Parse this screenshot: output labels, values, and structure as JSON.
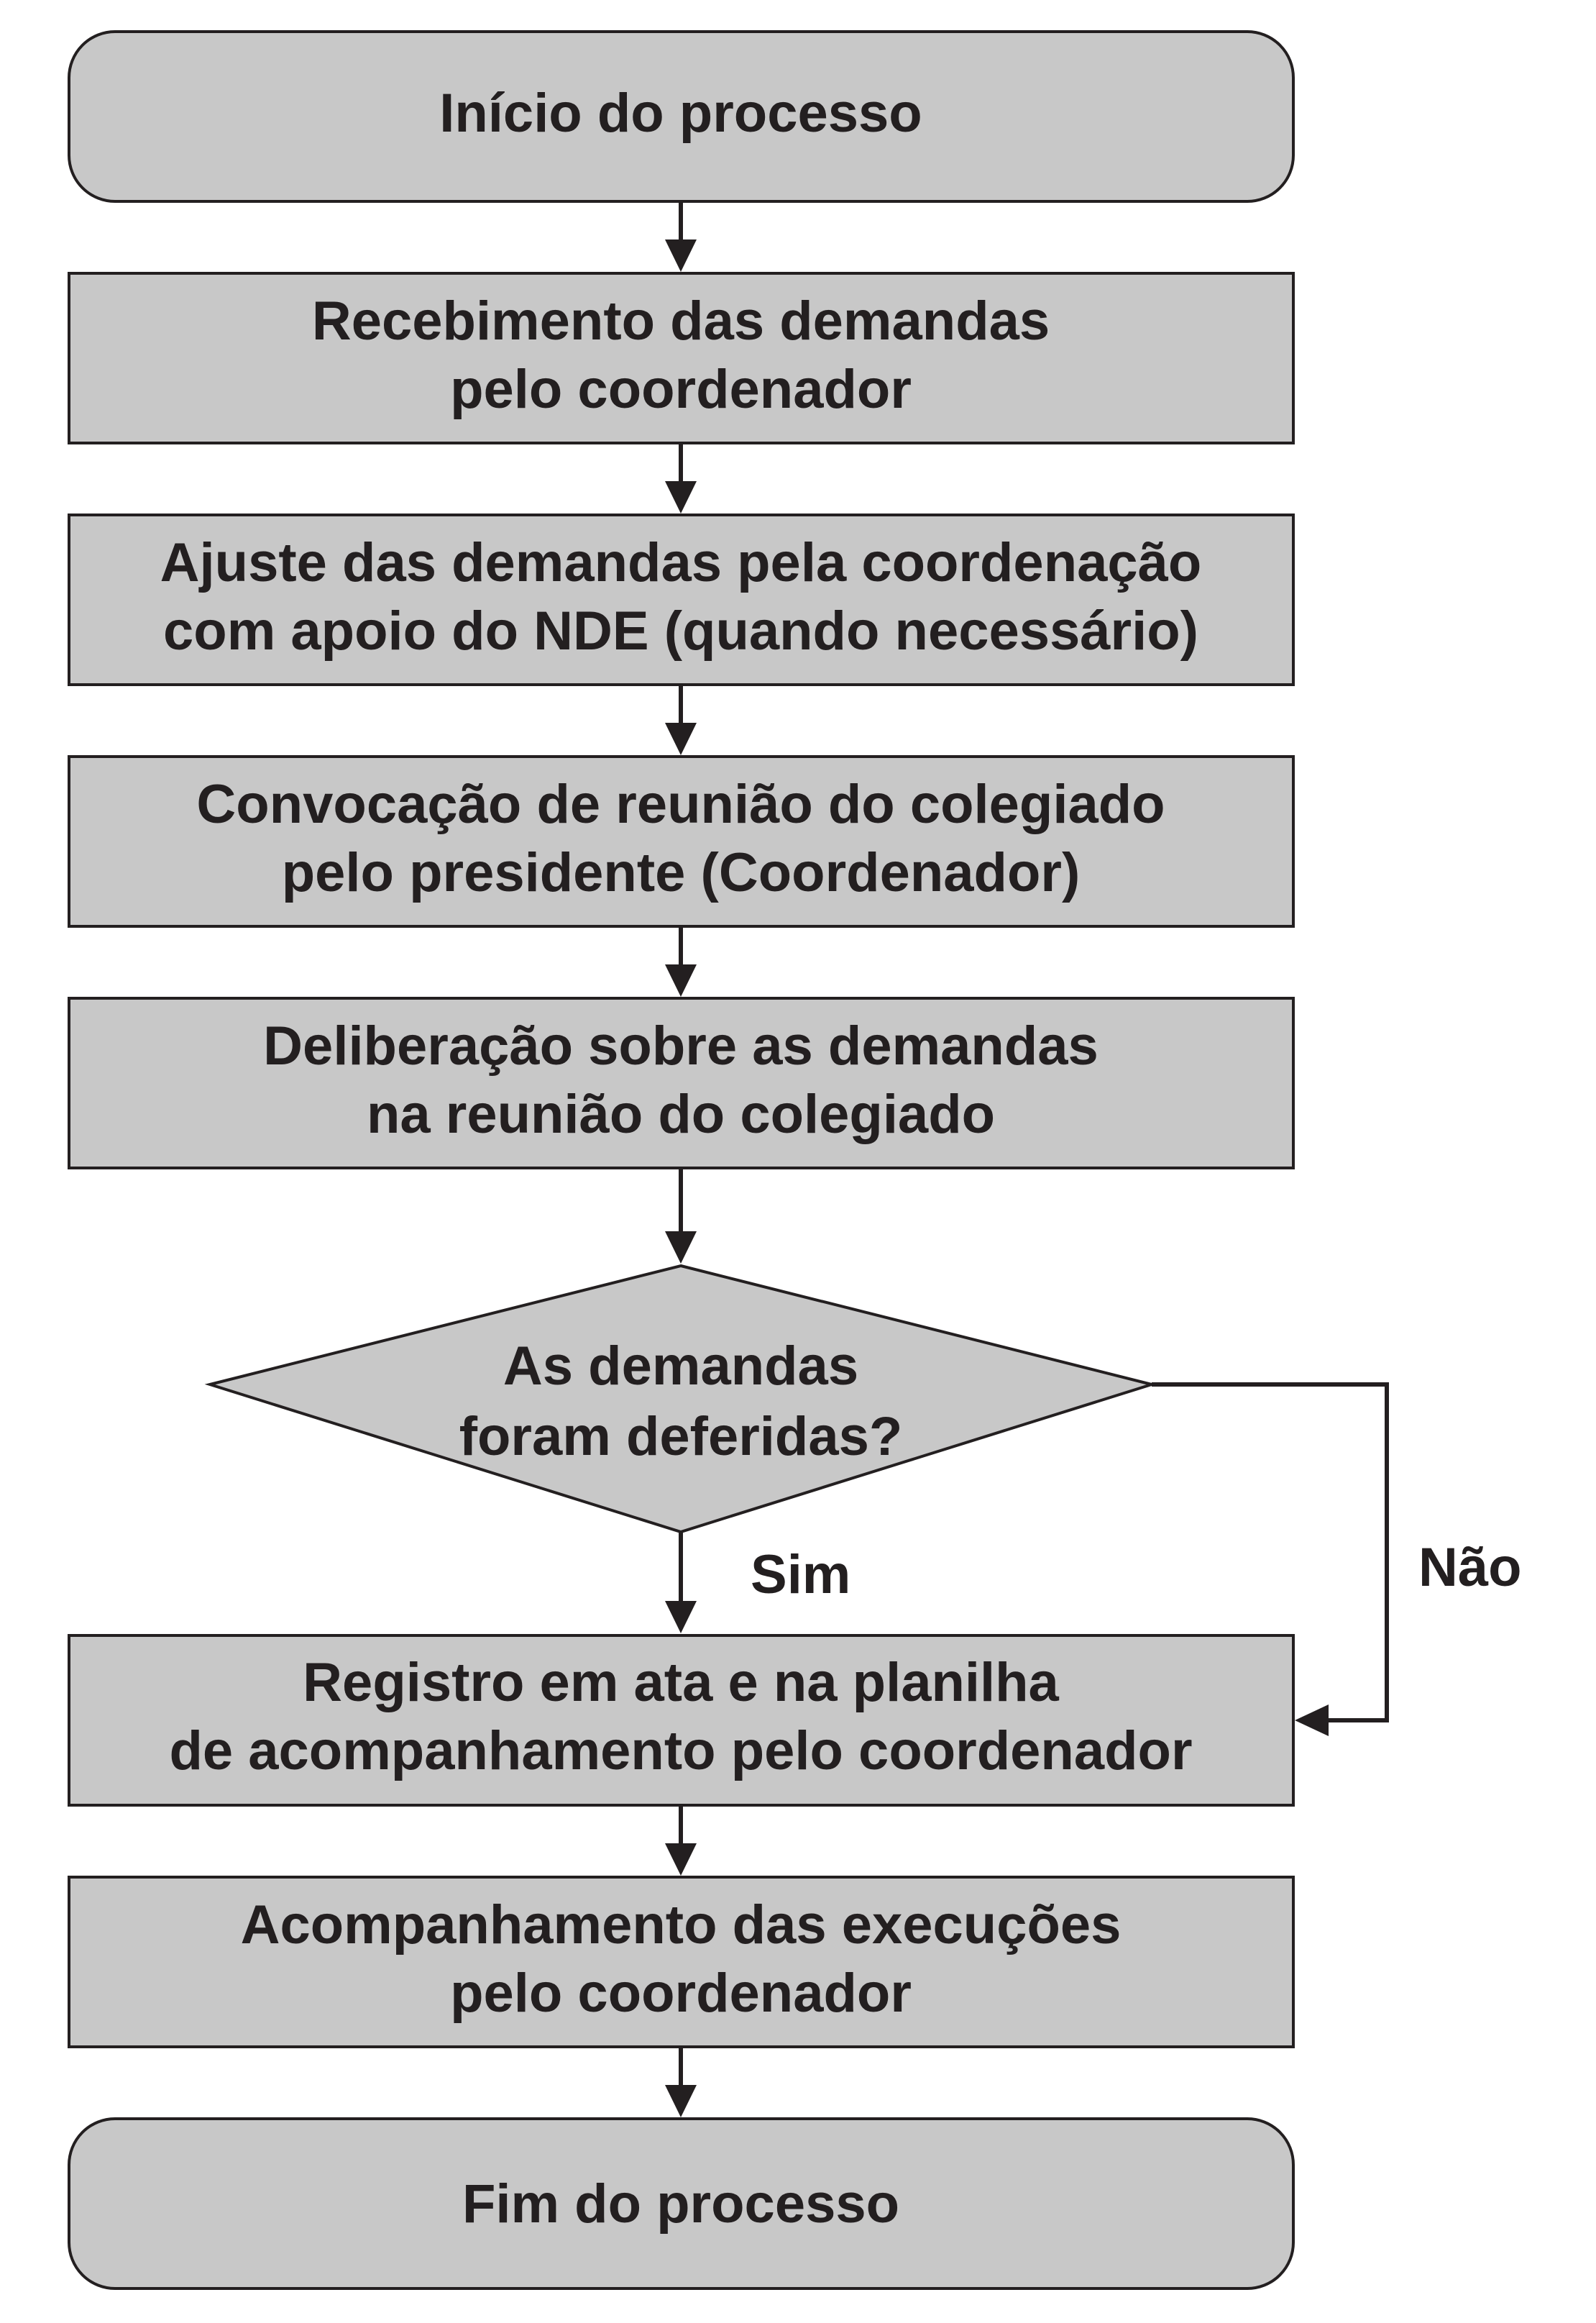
{
  "flowchart": {
    "start": {
      "label": "Início do processo"
    },
    "steps": [
      {
        "line1": "Recebimento das demandas",
        "line2": "pelo coordenador"
      },
      {
        "line1": "Ajuste das demandas pela coordenação",
        "line2": "com apoio do NDE (quando necessário)"
      },
      {
        "line1": "Convocação de reunião do colegiado",
        "line2": "pelo presidente (Coordenador)"
      },
      {
        "line1": "Deliberação sobre as demandas",
        "line2": "na reunião do colegiado"
      }
    ],
    "decision": {
      "line1": "As demandas",
      "line2": "foram deferidas?",
      "yes_label": "Sim",
      "no_label": "Não"
    },
    "after_steps": [
      {
        "line1": "Registro em ata e na planilha",
        "line2": "de acompanhamento pelo coordenador"
      },
      {
        "line1": "Acompanhamento das execuções",
        "line2": "pelo coordenador"
      }
    ],
    "end": {
      "label": "Fim do processo"
    }
  }
}
